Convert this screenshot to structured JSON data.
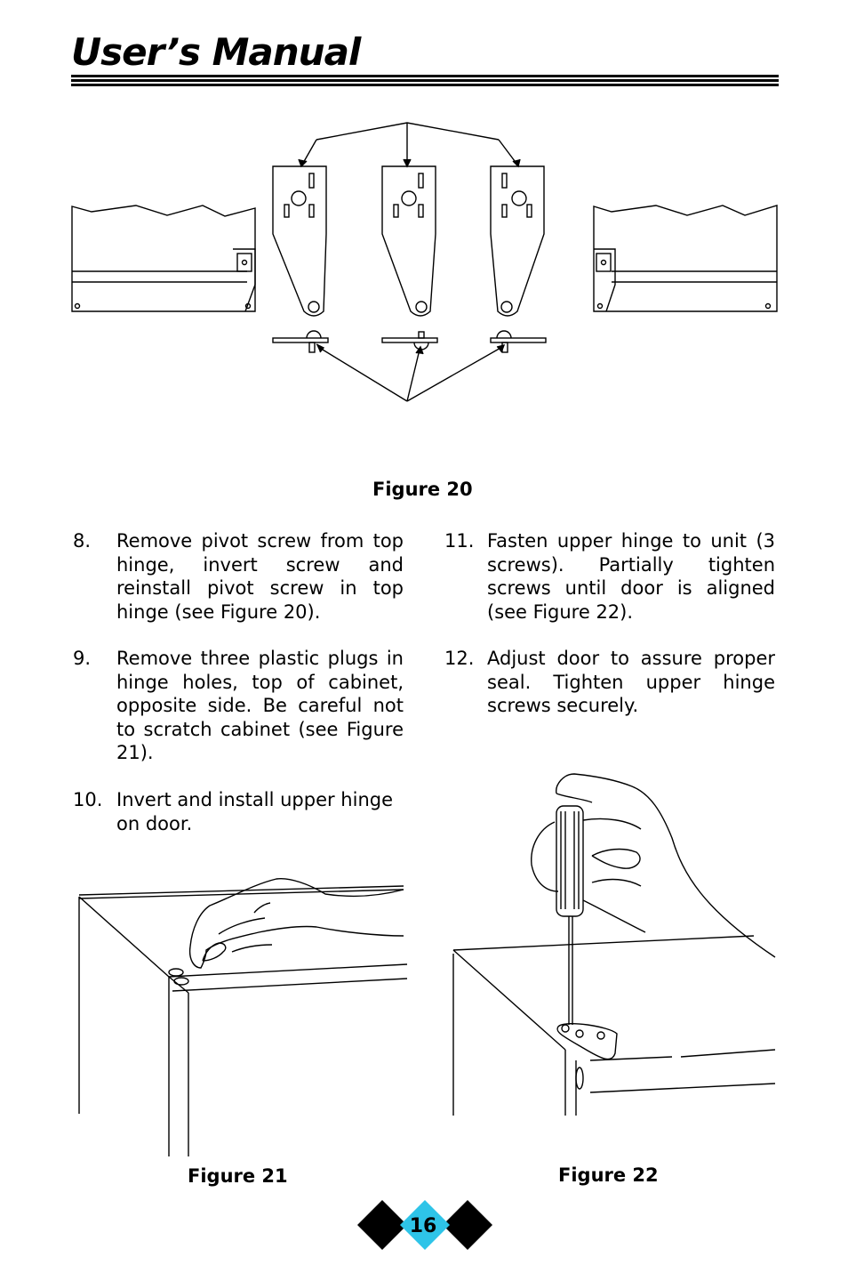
{
  "header": {
    "title": "User’s Manual"
  },
  "figures": {
    "fig20": {
      "caption": "Figure 20"
    },
    "fig21": {
      "caption": "Figure 21"
    },
    "fig22": {
      "caption": "Figure 22"
    }
  },
  "steps": [
    {
      "num": "8.",
      "text": "Remove pivot screw from top hinge, invert screw and reinstall pivot screw in top hinge (see Figure 20)."
    },
    {
      "num": "9.",
      "text": "Remove three plastic plugs in hinge holes, top of cabinet, opposite side.  Be careful not to scratch cabinet (see Figure 21)."
    },
    {
      "num": "10.",
      "text": "Invert and install upper hinge on door."
    },
    {
      "num": "11.",
      "text": "Fasten upper hinge to unit (3 screws).  Partially tighten screws until door is aligned (see Figure 22)."
    },
    {
      "num": "12.",
      "text": "Adjust door to assure proper seal.  Tighten upper hinge screws securely."
    }
  ],
  "footer": {
    "page_number": "16",
    "colors": {
      "accent": "#2ec4e8",
      "diamond": "#000000"
    }
  }
}
